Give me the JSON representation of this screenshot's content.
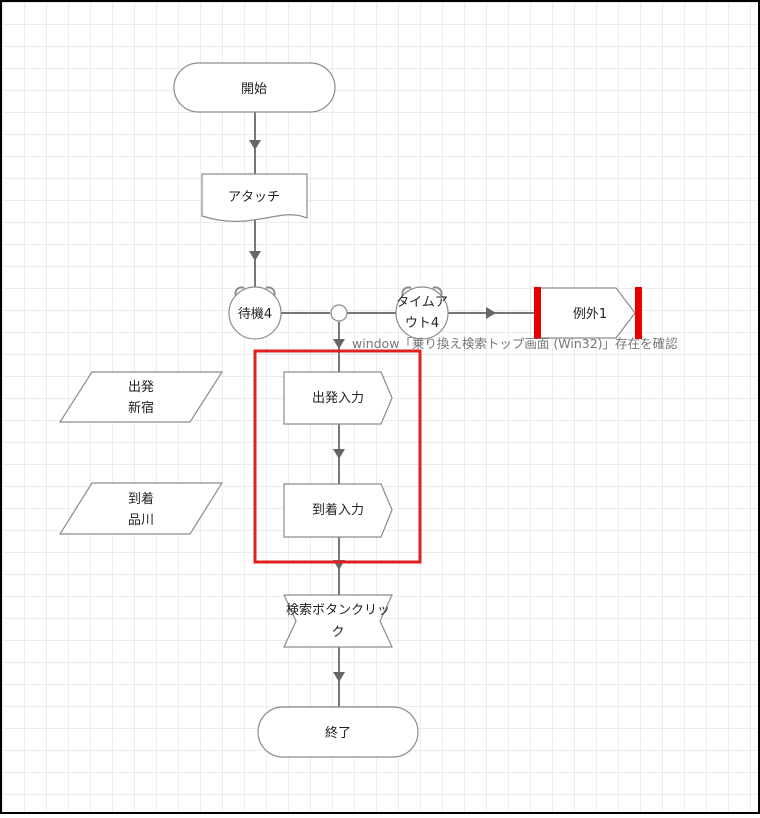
{
  "diagram": {
    "nodes": {
      "start": "開始",
      "attach": "アタッチ",
      "wait": "待機4",
      "timeout": [
        "タイムア",
        "ウト4"
      ],
      "exception": "例外1",
      "condition_text": "window「乗り換え検索トップ画面 (Win32)」存在を確認",
      "dep_input": "出発入力",
      "arr_input": "到着入力",
      "dep_data": [
        "出発",
        "新宿"
      ],
      "arr_data": [
        "到着",
        "品川"
      ],
      "search_click": [
        "検索ボタンクリッ",
        "ク"
      ],
      "end": "終了"
    },
    "colors": {
      "grid": "#d9d9d9",
      "shape_stroke": "#8c8c8c",
      "connector": "#777777",
      "highlight": "#e02020",
      "exception_bar": "#e80000"
    }
  }
}
